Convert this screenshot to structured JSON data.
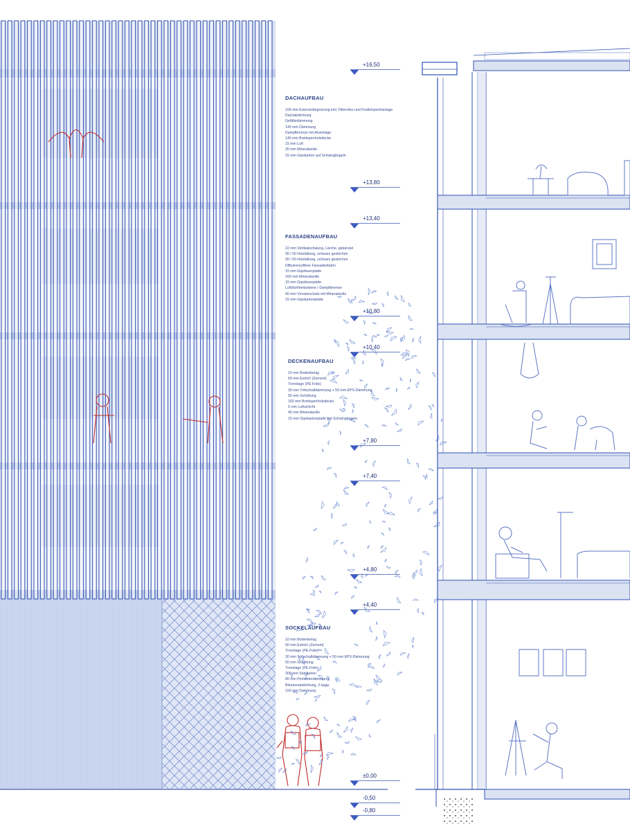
{
  "colors": {
    "line": "#2f4fb0",
    "line_light": "#9fb3df",
    "facade_fill": "#c6d3ee",
    "figure_red": "#c0282a",
    "text": "#2b3f86"
  },
  "levels": [
    "+16,50",
    "+13,80",
    "+13,40",
    "+10,80",
    "+10,40",
    "+7,80",
    "+7,40",
    "+4,80",
    "+4,40",
    "±0,00",
    "-0,50",
    "-0,80"
  ],
  "specs": {
    "dach": {
      "title": "DACHAUFBAU",
      "lines": [
        "100 mm Extensivbegrünung inkl. Filtervlies und Festkörperdrainage",
        "Dachabdichtung",
        "Gefälledämmung",
        "140 mm Dämmung",
        "Dampfbremse mit Alueinlage",
        "140 mm Brettsperrholzdecke",
        "15 mm Luft",
        "30 mm Mineralwolle",
        "15 mm Gipskarton auf Schwingbügeln"
      ]
    },
    "fassade": {
      "title": "FASSADENAUFBAU",
      "lines": [
        "22 mm Vertikalschalung, Lärche, gebürstet",
        "30 / 50 Holzlattung, schwarz gestrichen",
        "30 / 50 Holzlattung, schwarz gestrichen",
        "Diffusionsoffene Fassadenbahn",
        "15 mm Gipsfaserplatte",
        "160 mm Mineralwolle",
        "15 mm Gipsfaserplatte",
        "Luftdichtheitsebene / Dampfbremse",
        "40 mm Vorsatzschale mit Mineralwolle",
        "15 mm Gipskartonplatte"
      ]
    },
    "decke": {
      "title": "DECKENAUFBAU",
      "lines": [
        "10 mm Bodenbelag",
        "60 mm Estrich (Zement)",
        "Trennlage (PE-Folie)",
        "30 mm Trittschalldämmung + 50 mm EPS-Dämmung",
        "50 mm Schüttung",
        "160 mm Brettsperrholzdecke",
        "5 mm Luftschicht",
        "45 mm Mineralwolle",
        "15 mm Gipskartonplatte auf Schwingbügeln"
      ]
    },
    "sockel": {
      "title": "SOCKELAUFBAU",
      "lines": [
        "10 mm Bodenbelag",
        "60 mm Estrich (Zement)",
        "Trennlage (PE-Folie)",
        "30 mm Trittschalldämmung + 50 mm EPS-Dämmung",
        "50 mm Schüttung",
        "Trennlage (PE-Folie)",
        "300 mm Stahlbeton",
        "80 mm Perimeterdämmung",
        "Bitumenabdichtung, 2-lagig",
        "150 mm Dämmung"
      ]
    }
  }
}
